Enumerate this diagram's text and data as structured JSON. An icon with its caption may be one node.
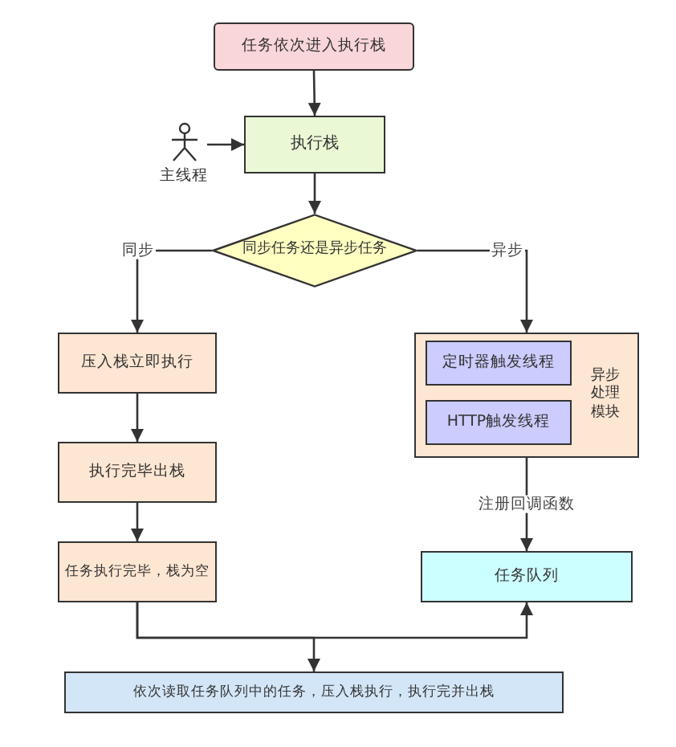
{
  "diagram": {
    "nodes": [
      {
        "text": [
          "任务依次进入执行栈"
        ]
      },
      {
        "text": [],
        "shape": "person",
        "beside": [
          "主线程"
        ]
      },
      {
        "text": [
          "执行栈"
        ]
      },
      {
        "text": [
          "同步任务还是异步任务"
        ]
      },
      {
        "text": [
          "压入栈立即执行"
        ]
      },
      {
        "text": [
          "异步处理模块"
        ]
      },
      {
        "text": [
          "定时器触发线程"
        ],
        "in": 5
      },
      {
        "text": [
          "HTTP触发线程"
        ],
        "in": 5
      },
      {
        "text": [
          "执行完毕出栈"
        ]
      },
      {
        "text": [
          "任务执行完毕，栈为空"
        ]
      },
      {
        "text": [
          "任务队列"
        ]
      },
      {
        "text": [
          "依次读取任务队列中的任务，压入栈执行，执行完并出栈"
        ]
      }
    ],
    "edges": [
      {
        "from": 0,
        "to": 2,
        "arrow": "to"
      },
      {
        "from": 1,
        "to": 2,
        "arrow": "to"
      },
      {
        "from": 2,
        "to": 3,
        "arrow": "to"
      },
      {
        "from": 3,
        "to": 4,
        "arrow": "to",
        "label": "同步"
      },
      {
        "from": 3,
        "to": 5,
        "arrow": "to",
        "label": "异步"
      },
      {
        "from": 4,
        "to": 8,
        "arrow": "to"
      },
      {
        "from": 8,
        "to": 9,
        "arrow": "to"
      },
      {
        "from": 5,
        "to": 10,
        "arrow": "to",
        "label": "注册回调函数"
      },
      {
        "from": 9,
        "to": 10,
        "arrow": "to"
      },
      {
        "from": 9,
        "to": 11,
        "arrow": "to"
      }
    ]
  }
}
